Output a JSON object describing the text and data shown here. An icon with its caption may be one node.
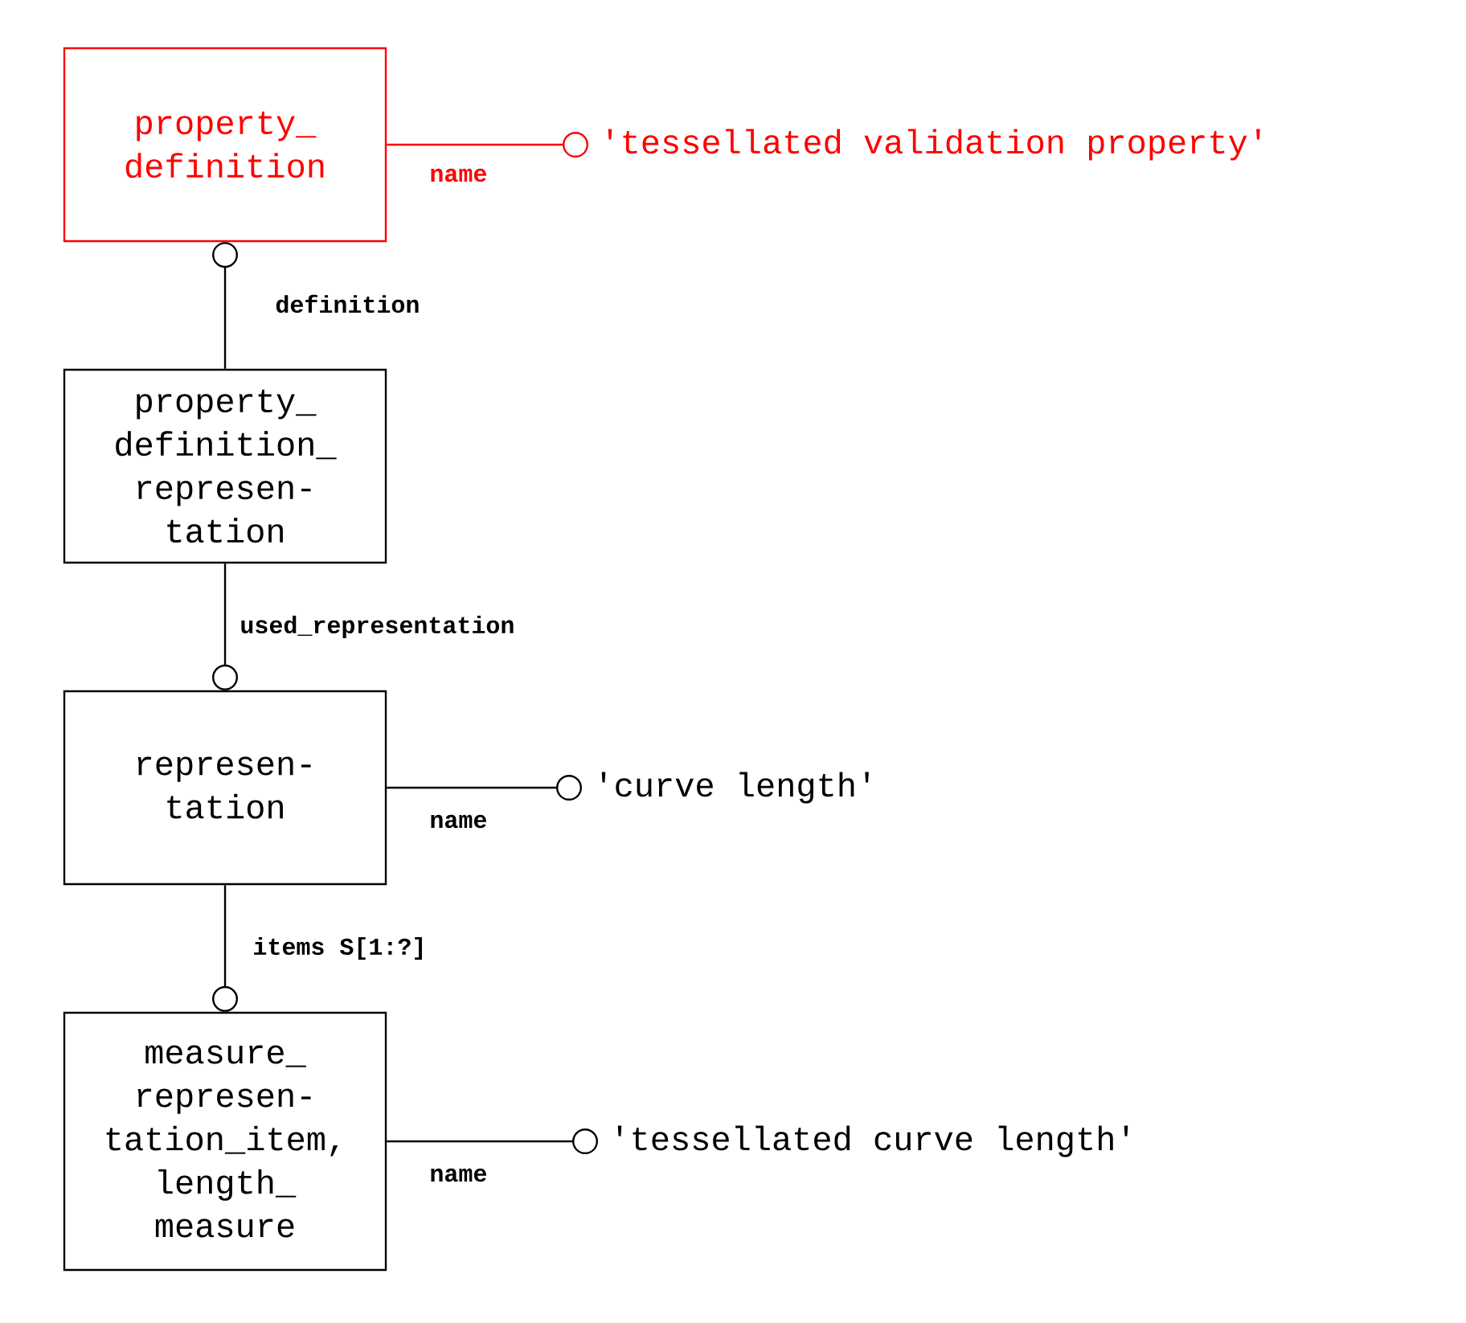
{
  "diagram": {
    "nodes": [
      {
        "text": [
          "property_ definition"
        ]
      },
      {
        "text": [
          "property_ definition_ represen- tation"
        ]
      },
      {
        "text": [
          "represen- tation"
        ]
      },
      {
        "text": [
          "measure_ represen- tation_item, length_ measure"
        ]
      },
      {
        "text": [
          "'tessellated validation property'"
        ]
      },
      {
        "text": [
          "'curve length'"
        ]
      },
      {
        "text": [
          "'tessellated curve length'"
        ]
      }
    ],
    "edges": [
      {
        "from": 0,
        "to": 4,
        "arrow": "other",
        "label": "name",
        "color": "#ff0000"
      },
      {
        "from": 1,
        "to": 0,
        "arrow": "other",
        "label": "definition"
      },
      {
        "from": 1,
        "to": 2,
        "arrow": "other",
        "label": "used_representation"
      },
      {
        "from": 2,
        "to": 5,
        "arrow": "other",
        "label": "name"
      },
      {
        "from": 2,
        "to": 3,
        "arrow": "other",
        "label": "items S[1:?]"
      },
      {
        "from": 3,
        "to": 6,
        "arrow": "other",
        "label": "name"
      }
    ]
  }
}
